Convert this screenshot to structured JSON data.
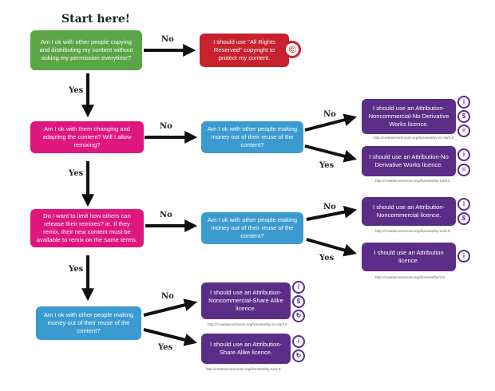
{
  "start": "Start here!",
  "q1": "Am I ok with other people copying and distributing my content without asking my permission everytime?",
  "r_allrights": "I should use \"All Rights Reserved\" copyright to protect my content.",
  "q2": "Am I ok with them changing and adapting the content? Will I allow remixing?",
  "q3a": "Am I ok with other people making money out of their reuse of the content?",
  "q4": "Do I want to limit how others can release their remixes? ie. If they remix, their new content must be available to remix on the same terms.",
  "q3b": "Am I ok with other people making money out of their reuse of the content?",
  "q5": "Am I ok with other people making money out of their reuse of the content?",
  "r_by_nc_nd": "I should use an Attribution-Noncommercial-No Derivative Works licence.",
  "r_by_nd": "I should use an Attribution-No Derivative Works licence.",
  "r_by_nc": "I should use an Attribution-Noncommercial licence.",
  "r_by": "I should use an Attribution licence.",
  "r_by_nc_sa": "I should use an Attribution-Noncommercial-Share Alike licence.",
  "r_by_sa": "I should use an Attribution-Share Alike licence.",
  "url_by_nc_nd": "http://creativecommons.org/licenses/by-nc-nd/3.0",
  "url_by_nd": "http://creativecommons.org/licenses/by-nd/3.0",
  "url_by_nc": "http://creativecommons.org/licenses/by-nc/3.0",
  "url_by": "http://creativecommons.org/licenses/by/3.0",
  "url_by_nc_sa": "http://creativecommons.org/licenses/by-nc-sa/3.0",
  "url_by_sa": "http://creativecommons.org/licenses/by-sa/3.0",
  "labels": {
    "no": "No",
    "yes": "Yes"
  },
  "icons": {
    "copyright": "©",
    "attribution": "i",
    "noncommercial": "$",
    "noderivs": "=",
    "sharealike": "↻"
  },
  "colors": {
    "start": "#5aa545",
    "allrights": "#c8222f",
    "remix": "#e0167f",
    "money": "#3b9bd1",
    "result": "#5b2d87"
  }
}
